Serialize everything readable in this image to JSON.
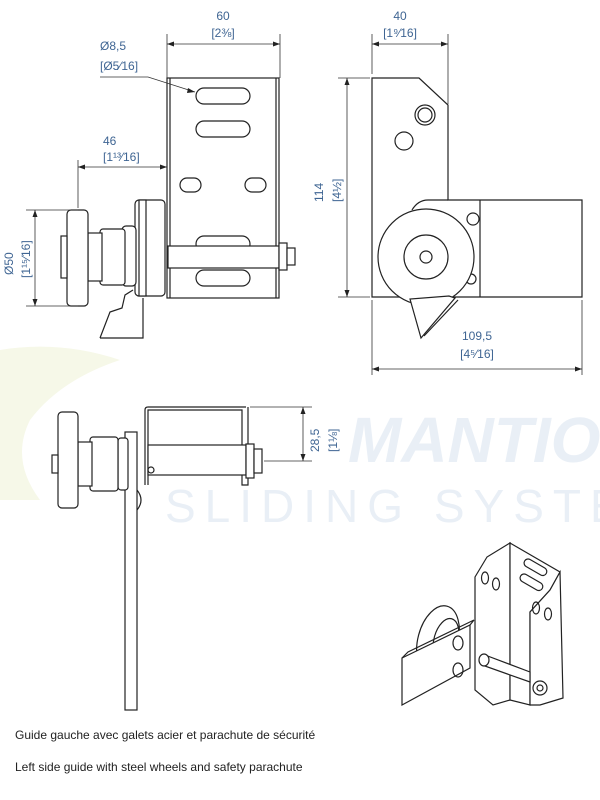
{
  "watermark": {
    "brand": "MANTION",
    "tagline": "SLIDING SYSTEMS"
  },
  "dimensions": {
    "width_front": {
      "mm": "60",
      "inch": "[2⅜]"
    },
    "hole": {
      "mm": "Ø8,5",
      "inch": "[Ø5⁄16]"
    },
    "offset": {
      "mm": "46",
      "inch": "[1¹³⁄16]"
    },
    "wheel_diameter": {
      "mm": "Ø50",
      "inch": "[1¹⁵⁄16]"
    },
    "width_side": {
      "mm": "40",
      "inch": "[1⁹⁄16]"
    },
    "height": {
      "mm": "114",
      "inch": "[4½]"
    },
    "length": {
      "mm": "109,5",
      "inch": "[4⁵⁄16]"
    },
    "bracket_depth": {
      "mm": "28,5",
      "inch": "[1⅛]"
    }
  },
  "captions": {
    "fr": "Guide gauche avec galets acier et parachute de sécurité",
    "en": "Left side guide with steel wheels and safety parachute"
  }
}
